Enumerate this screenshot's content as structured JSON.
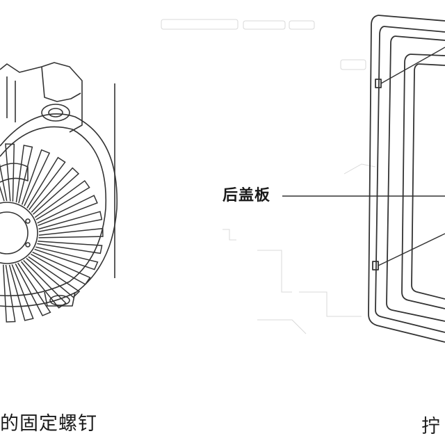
{
  "labels": {
    "rear_cover": "后盖板"
  },
  "captions": {
    "left": "的固定螺钉",
    "right": "拧"
  },
  "colors": {
    "line": "#333333",
    "faint": "#c8c8c8",
    "text": "#1a1a1a"
  }
}
